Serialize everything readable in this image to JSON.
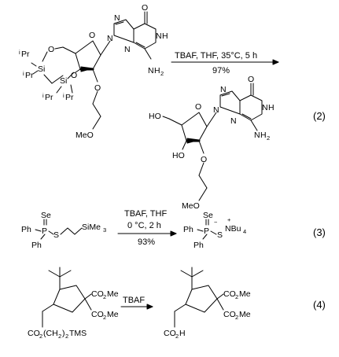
{
  "reactions": [
    {
      "number": "(2)",
      "conditions_top": "TBAF, THF, 35°C, 5 h",
      "conditions_bottom": "97%",
      "reactant": {
        "atoms": {
          "o_carbonyl": "O",
          "n7": "N",
          "n9": "N",
          "nh1": "N",
          "h1": "H",
          "n3": "N",
          "n2": "N",
          "h2": "H",
          "h2_sub": "2",
          "o_ring": "O",
          "o5": "O",
          "o3": "O",
          "o2": "O",
          "si_a": "Si",
          "si_b": "Si",
          "ipr_1": "Pr",
          "ipr_2": "Pr",
          "ipr_3": "Pr",
          "ipr_4": "Pr",
          "ipr_sup": "i",
          "meo": "MeO"
        }
      },
      "product": {
        "atoms": {
          "o_carbonyl": "O",
          "n7": "N",
          "n9": "N",
          "nh1": "N",
          "h1": "H",
          "n3": "N",
          "n2": "N",
          "h2": "H",
          "h2_sub": "2",
          "o_ring": "O",
          "ho5": "HO",
          "ho3": "HO",
          "o2": "O",
          "meo": "MeO"
        }
      }
    },
    {
      "number": "(3)",
      "conditions_top": "TBAF, THF",
      "conditions_mid": "0 °C, 2 h",
      "conditions_bottom": "93%",
      "reactant": {
        "atoms": {
          "se": "Se",
          "p": "P",
          "s": "S",
          "ph1": "Ph",
          "ph2": "Ph",
          "sime": "SiMe",
          "sime_sub": "3"
        }
      },
      "product": {
        "atoms": {
          "se": "Se",
          "p": "P",
          "s": "S",
          "ph1": "Ph",
          "ph2": "Ph",
          "minus": "−",
          "plus": "+",
          "nbu": "NBu",
          "nbu_sub": "4"
        }
      }
    },
    {
      "number": "(4)",
      "conditions_top": "TBAF",
      "reactant": {
        "atoms": {
          "co2me_1": "CO",
          "co2me_1_sub": "2",
          "co2me_1_tail": "Me",
          "co2me_2": "CO",
          "co2me_2_sub": "2",
          "co2me_2_tail": "Me",
          "ester": "CO",
          "ester_sub1": "2",
          "ester_mid": "(CH",
          "ester_sub2": "2",
          "ester_mid2": ")",
          "ester_sub3": "2",
          "ester_tail": "TMS"
        }
      },
      "product": {
        "atoms": {
          "co2me_1": "CO",
          "co2me_1_sub": "2",
          "co2me_1_tail": "Me",
          "co2me_2": "CO",
          "co2me_2_sub": "2",
          "co2me_2_tail": "Me",
          "co2h": "CO",
          "co2h_sub": "2",
          "co2h_tail": "H"
        }
      }
    }
  ]
}
